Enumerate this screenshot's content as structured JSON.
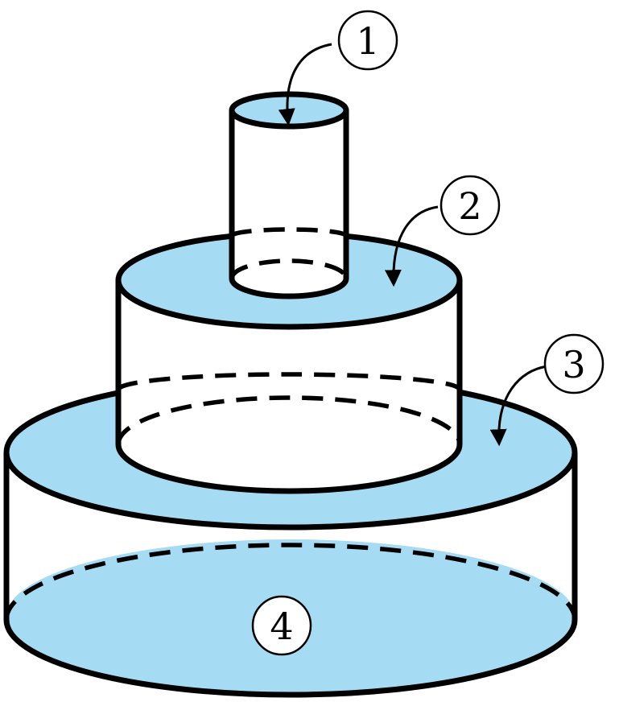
{
  "colors": {
    "surface_fill": "#a6dcf3",
    "outline": "#000000",
    "background": "#ffffff"
  },
  "labels": {
    "label_1": "1",
    "label_2": "2",
    "label_3": "3",
    "label_4": "4"
  }
}
